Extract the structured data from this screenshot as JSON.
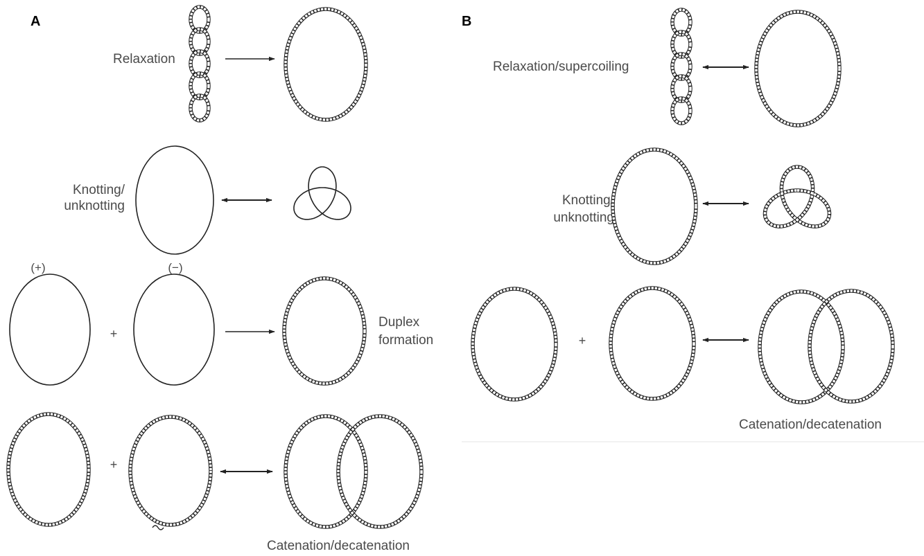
{
  "panel_a": {
    "label": "A",
    "relaxation": "Relaxation",
    "knotting_line1": "Knotting/",
    "knotting_line2": "unknotting",
    "plus_sign": "(+)",
    "minus_sign": "(−)",
    "plus": "+",
    "duplex_line1": "Duplex",
    "duplex_line2": "formation",
    "catenation_plus": "+",
    "catenation": "Catenation/decatenation"
  },
  "panel_b": {
    "label": "B",
    "relaxation": "Relaxation/supercoiling",
    "knotting_line1": "Knotting/",
    "knotting_line2": "unknotting",
    "plus": "+",
    "catenation": "Catenation/decatenation"
  },
  "colors": {
    "ink": "#222222",
    "label": "#4a4a4a",
    "divider": "#eeeeee"
  }
}
